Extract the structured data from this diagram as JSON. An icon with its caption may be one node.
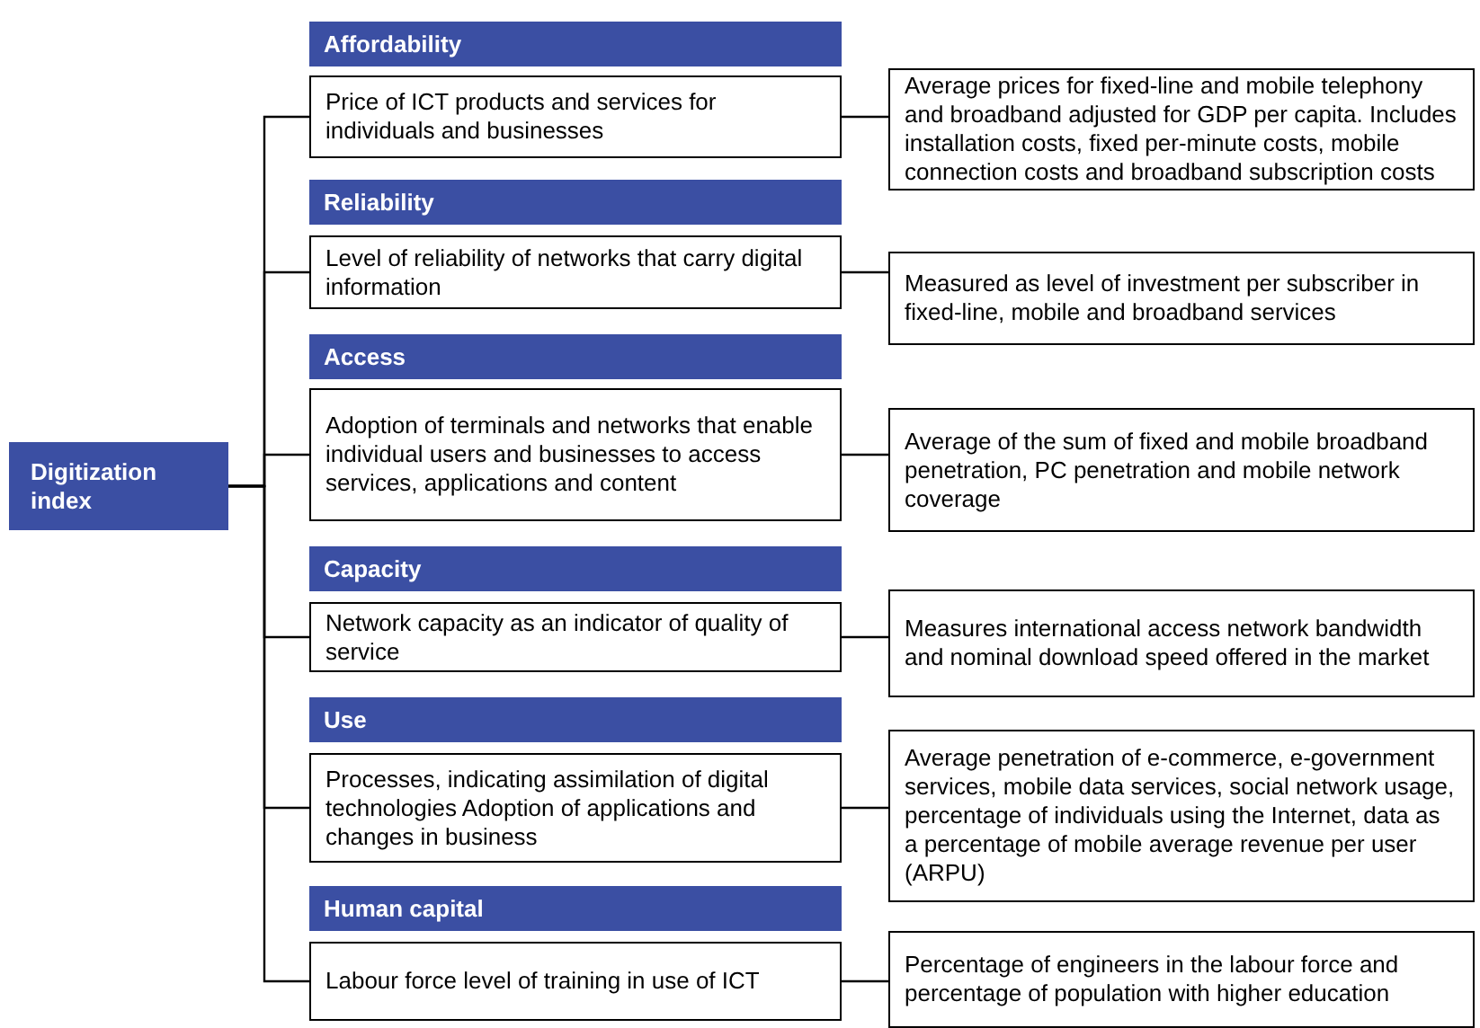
{
  "diagram": {
    "nodes": [
      {
        "text": [
          "Digitization index"
        ]
      },
      {
        "text": [
          "Affordability"
        ]
      },
      {
        "text": [
          "Price of ICT products and services for individuals and businesses"
        ]
      },
      {
        "text": [
          "Average prices for fixed-line and mobile telephony and broadband adjusted for GDP per capita. Includes installation costs, fixed per-minute costs, mobile connection costs and broadband subscription costs"
        ]
      },
      {
        "text": [
          "Reliability"
        ]
      },
      {
        "text": [
          "Level of reliability of networks that carry digital information"
        ]
      },
      {
        "text": [
          "Measured as level of investment per subscriber in fixed-line, mobile and broadband services"
        ]
      },
      {
        "text": [
          "Access"
        ]
      },
      {
        "text": [
          "Adoption of terminals and networks that enable individual users and businesses to access services, applications and content"
        ]
      },
      {
        "text": [
          "Average of the sum of fixed and mobile broadband penetration, PC penetration and mobile network coverage"
        ]
      },
      {
        "text": [
          "Capacity"
        ]
      },
      {
        "text": [
          "Network capacity as an indicator of quality of service"
        ]
      },
      {
        "text": [
          "Measures international access network bandwidth and nominal download speed offered in the market"
        ]
      },
      {
        "text": [
          "Use"
        ]
      },
      {
        "text": [
          "Processes, indicating assimilation of digital technologies Adoption of applications and changes in business"
        ]
      },
      {
        "text": [
          "Average penetration of e-commerce, e-government services, mobile data services, social network usage, percentage of individuals using the Internet, data as a percentage of mobile average revenue per user (ARPU)"
        ]
      },
      {
        "text": [
          "Human capital"
        ]
      },
      {
        "text": [
          "Labour force level of training in use of ICT"
        ]
      },
      {
        "text": [
          "Percentage of engineers in the labour force and percentage of population with higher education"
        ]
      }
    ],
    "edges": [
      {
        "from": 0,
        "to": 2,
        "arrow": "none"
      },
      {
        "from": 0,
        "to": 5,
        "arrow": "none"
      },
      {
        "from": 0,
        "to": 8,
        "arrow": "none"
      },
      {
        "from": 0,
        "to": 11,
        "arrow": "none"
      },
      {
        "from": 0,
        "to": 14,
        "arrow": "none"
      },
      {
        "from": 0,
        "to": 17,
        "arrow": "none"
      },
      {
        "from": 2,
        "to": 3,
        "arrow": "none"
      },
      {
        "from": 5,
        "to": 6,
        "arrow": "none"
      },
      {
        "from": 8,
        "to": 9,
        "arrow": "none"
      },
      {
        "from": 11,
        "to": 12,
        "arrow": "none"
      },
      {
        "from": 14,
        "to": 15,
        "arrow": "none"
      },
      {
        "from": 17,
        "to": 18,
        "arrow": "none"
      }
    ]
  }
}
